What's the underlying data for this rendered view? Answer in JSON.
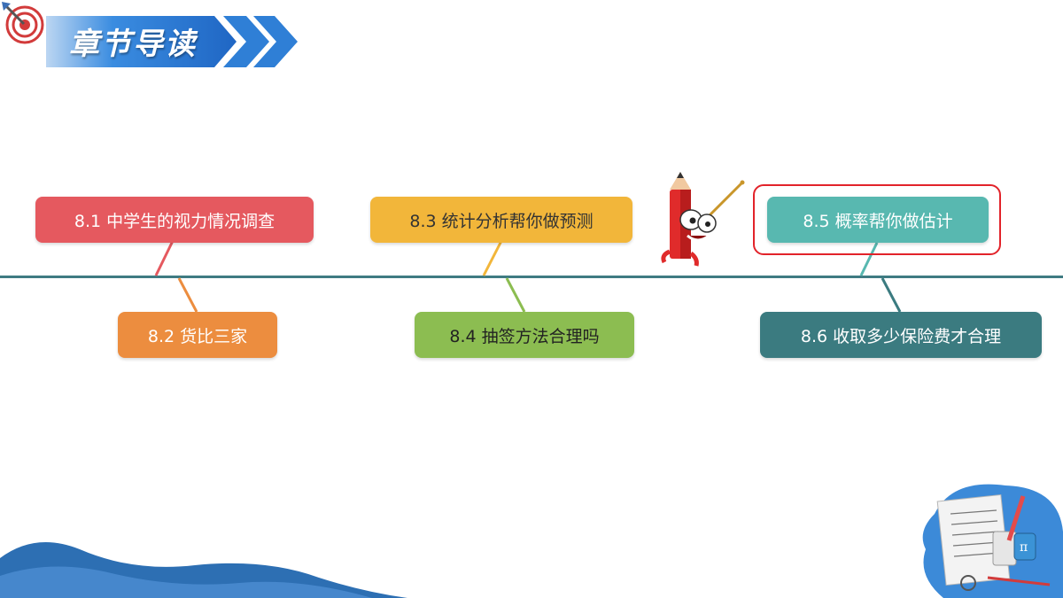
{
  "header": {
    "title": "章节导读"
  },
  "timeline": {
    "nodes": [
      {
        "label": "8.1 中学生的视力情况调查",
        "color": "#e5595f"
      },
      {
        "label": "8.2 货比三家",
        "color": "#ec8d3f"
      },
      {
        "label": "8.3 统计分析帮你做预测",
        "color": "#f2b63a"
      },
      {
        "label": "8.4 抽签方法合理吗",
        "color": "#8cbd51"
      },
      {
        "label": "8.5 概率帮你做估计",
        "color": "#58b8b0",
        "highlighted": true
      },
      {
        "label": "8.6 收取多少保险费才合理",
        "color": "#3b7b80"
      }
    ],
    "line_color": "#3f7b82"
  },
  "colors": {
    "header_blue": "#2f7fd6",
    "highlight_border": "#e2232a"
  },
  "icons": [
    "target-icon",
    "pencil-mascot-icon",
    "math-notebook-icon",
    "wave-decoration"
  ]
}
